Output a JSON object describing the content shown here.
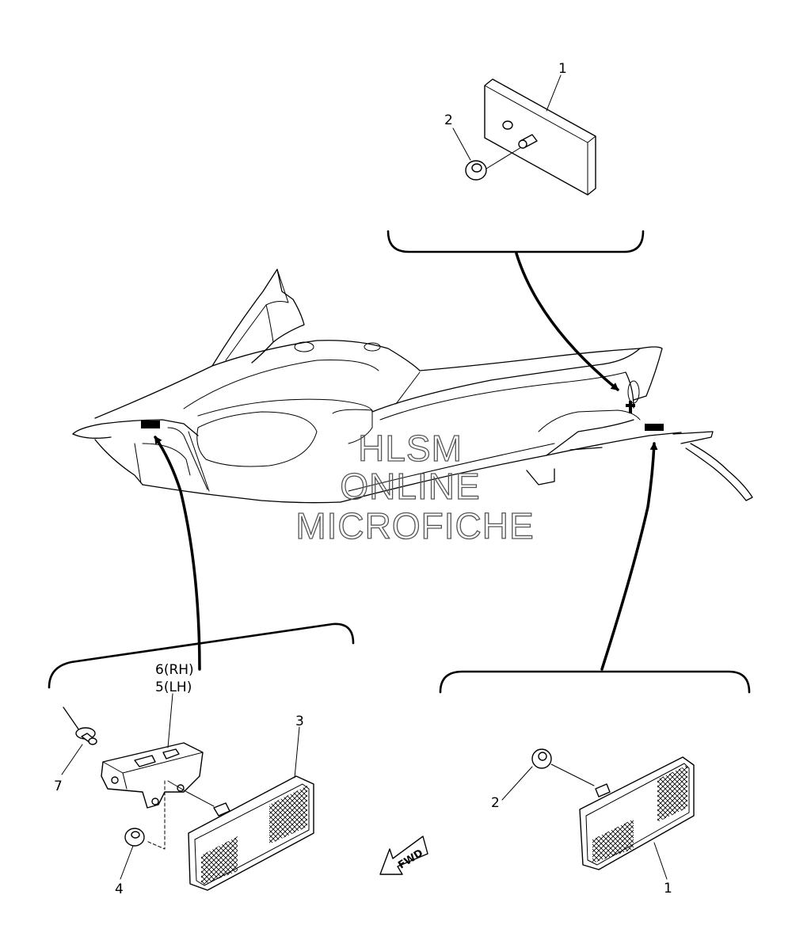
{
  "callouts": {
    "top_reflector": "1",
    "top_nut": "2",
    "left_reflector": "3",
    "left_nut": "4",
    "bracket_rh": "6(RH)",
    "bracket_lh": "5(LH)",
    "rivet": "7",
    "right_nut": "2",
    "right_reflector": "1"
  },
  "fwd_label": "FWD",
  "watermark": [
    "HLSM",
    "ONLINE",
    "MICROFICHE"
  ],
  "colors": {
    "line": "#000000",
    "background": "#ffffff",
    "watermark": "#555555"
  }
}
